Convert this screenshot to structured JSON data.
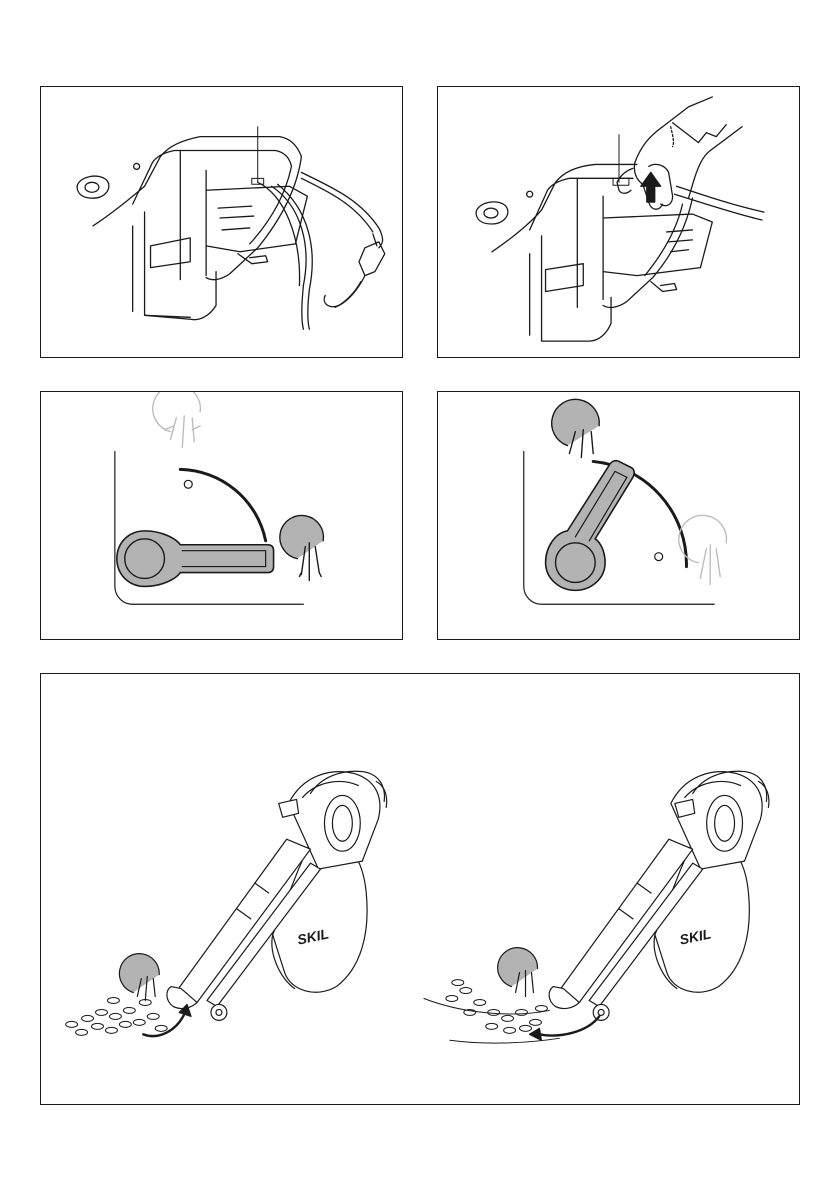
{
  "figures": [
    {
      "id": "cord-strain-relief"
    },
    {
      "id": "cord-hook-insert"
    },
    {
      "id": "lever-blow-position"
    },
    {
      "id": "lever-vacuum-position"
    },
    {
      "id": "operation-blow-vacuum"
    }
  ],
  "brand_text": "SKIL",
  "colors": {
    "line": "#1a1a1a",
    "fill_gray": "#b3b3b3",
    "faded": "#bdbdbd"
  }
}
